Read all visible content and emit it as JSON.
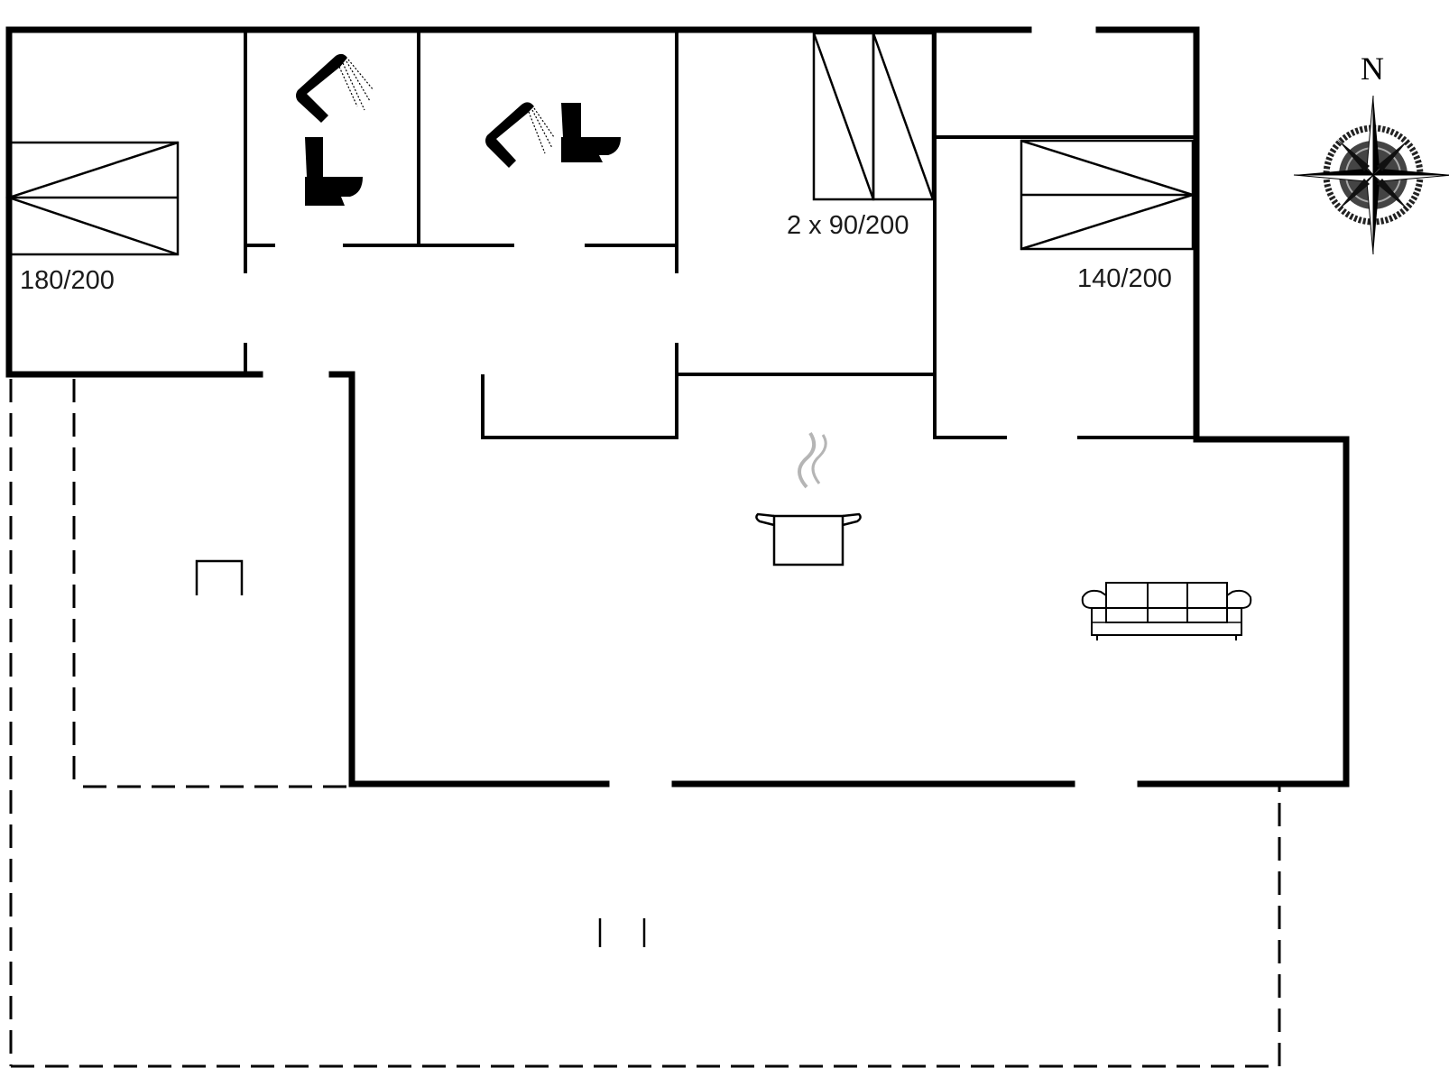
{
  "beds": {
    "bedroom_west": "180/200",
    "bedroom_twin": "2 x 90/200",
    "bedroom_east": "140/200"
  },
  "compass": {
    "north": "N"
  },
  "icons": [
    "shower-icon",
    "toilet-icon",
    "cooking-pot-icon",
    "sofa-icon",
    "compass-rose-icon",
    "bed-icon"
  ]
}
